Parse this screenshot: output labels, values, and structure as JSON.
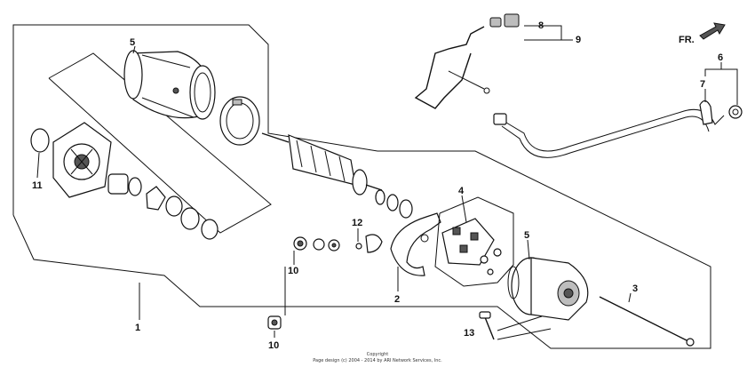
{
  "callouts": {
    "c1": "1",
    "c2": "2",
    "c3": "3",
    "c4": "4",
    "c5a": "5",
    "c5b": "5",
    "c6": "6",
    "c7": "7",
    "c8": "8",
    "c9": "9",
    "c10a": "10",
    "c10b": "10",
    "c11": "11",
    "c12": "12",
    "c13": "13"
  },
  "direction_label": "FR.",
  "copyright": {
    "line1": "Copyright",
    "line2": "Page design (c) 2004 - 2014 by ARI Network Services, Inc."
  }
}
